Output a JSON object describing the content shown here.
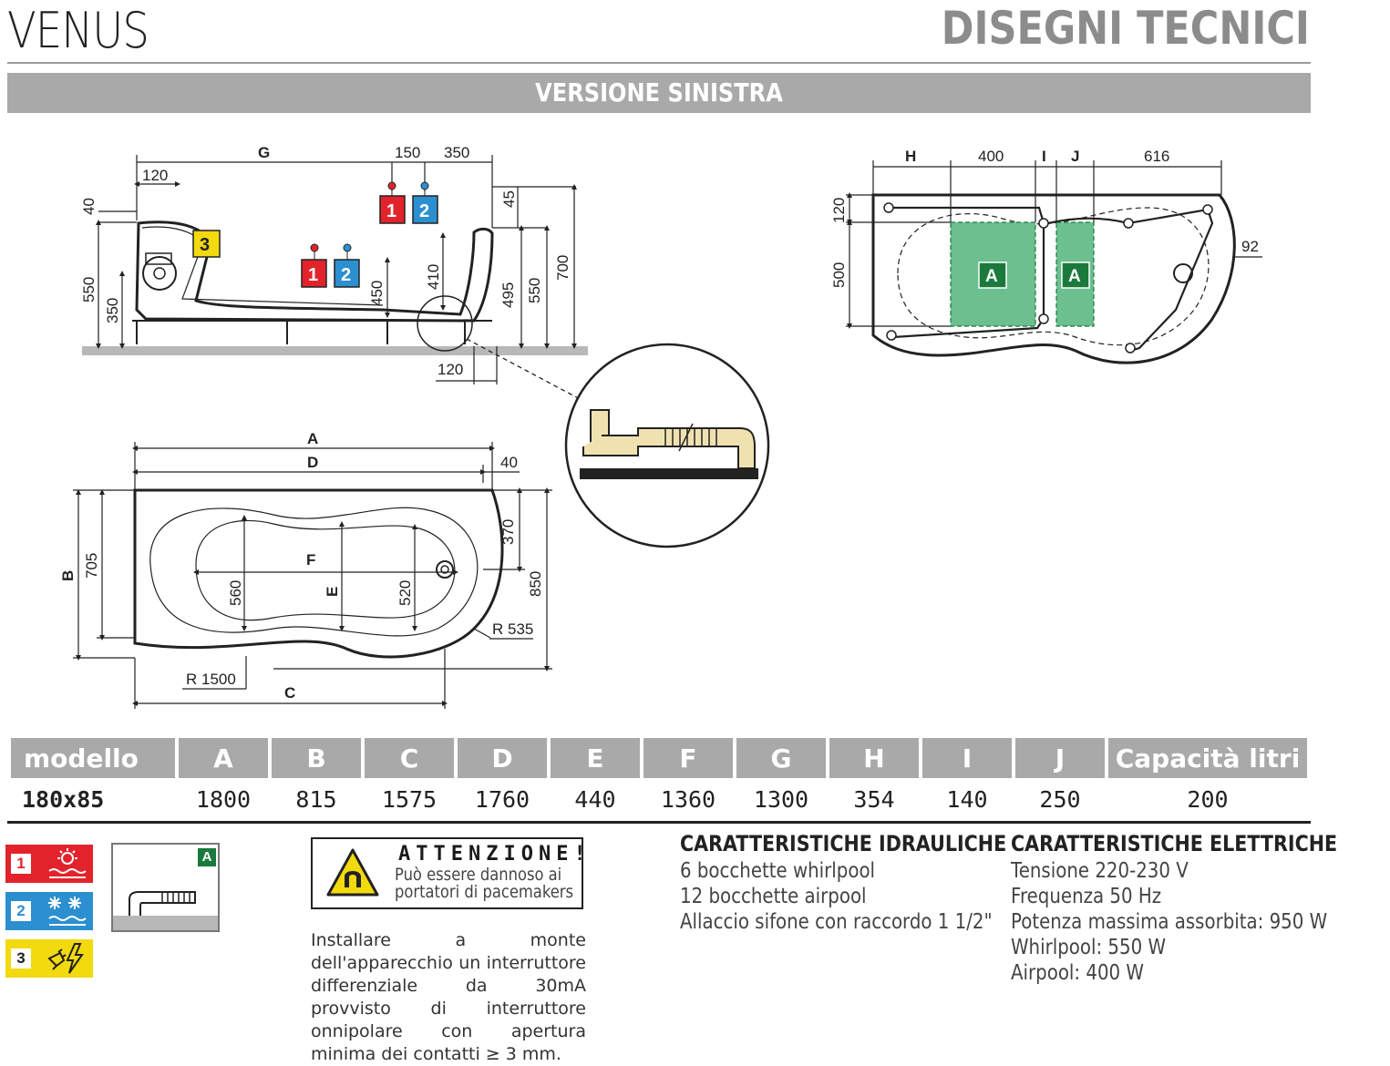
{
  "header": {
    "title": "VENUS",
    "section": "DISEGNI TECNICI"
  },
  "version_label": "VERSIONE SINISTRA",
  "side_view": {
    "top_dims": [
      "G",
      "150",
      "350",
      "120"
    ],
    "left_dims": [
      "40",
      "550",
      "350"
    ],
    "right_dims": [
      "45",
      "410",
      "450",
      "495",
      "550",
      "700"
    ],
    "bottom_dim": "120",
    "markers": [
      "1",
      "2",
      "3"
    ]
  },
  "plan_view": {
    "top_dims": [
      "A",
      "D",
      "40"
    ],
    "left_dims": [
      "B",
      "705",
      "560"
    ],
    "inner_labels": [
      "F",
      "E",
      "520"
    ],
    "right_dims": [
      "370",
      "850"
    ],
    "radii": [
      "R 535",
      "R 1500"
    ],
    "bottom_dim": "C"
  },
  "jet_view": {
    "top_dims": [
      "H",
      "400",
      "I",
      "J",
      "616"
    ],
    "left_dims": [
      "120",
      "500"
    ],
    "right_dim": "92",
    "zone_labels": [
      "A",
      "A"
    ]
  },
  "table": {
    "headers": [
      "modello",
      "A",
      "B",
      "C",
      "D",
      "E",
      "F",
      "G",
      "H",
      "I",
      "J",
      "Capacità litri"
    ],
    "rows": [
      [
        "180x85",
        "1800",
        "815",
        "1575",
        "1760",
        "440",
        "1360",
        "1300",
        "354",
        "140",
        "250",
        "200"
      ]
    ]
  },
  "legend": {
    "items": [
      {
        "num": "1",
        "icon": "hot-water-icon",
        "color": "#e2232b"
      },
      {
        "num": "2",
        "icon": "cold-water-icon",
        "color": "#2c8fd0"
      },
      {
        "num": "3",
        "icon": "electric-plug-icon",
        "color": "#f2da0f"
      }
    ],
    "drain_tag": "A"
  },
  "warning": {
    "title": "ATTENZIONE!",
    "line1": "Può essere dannoso ai",
    "line2": "portatori di pacemakers"
  },
  "install_note": "Installare a monte dell'apparecchio un interruttore differenziale da 30mA provvisto di interruttore onnipolare con apertura minima dei contatti ≥ 3 mm.",
  "hydraulic": {
    "title": "CARATTERISTICHE IDRAULICHE",
    "items": [
      "6 bocchette whirlpool",
      "12 bocchette airpool",
      "Allaccio sifone con raccordo 1 1/2\""
    ]
  },
  "electric": {
    "title": "CARATTERISTICHE ELETTRICHE",
    "items": [
      "Tensione 220-230 V",
      "Frequenza 50 Hz",
      "Potenza massima assorbita: 950 W",
      "Whirlpool: 550 W",
      "Airpool: 400 W"
    ]
  },
  "colors": {
    "header_grey": "#a9a9a9",
    "hot": "#e2232b",
    "cold": "#2c8fd0",
    "electric": "#f2da0f",
    "jet_zone": "#6cbf8f",
    "zone_tag": "#1a7a3c",
    "sand": "#f0e2b0"
  }
}
